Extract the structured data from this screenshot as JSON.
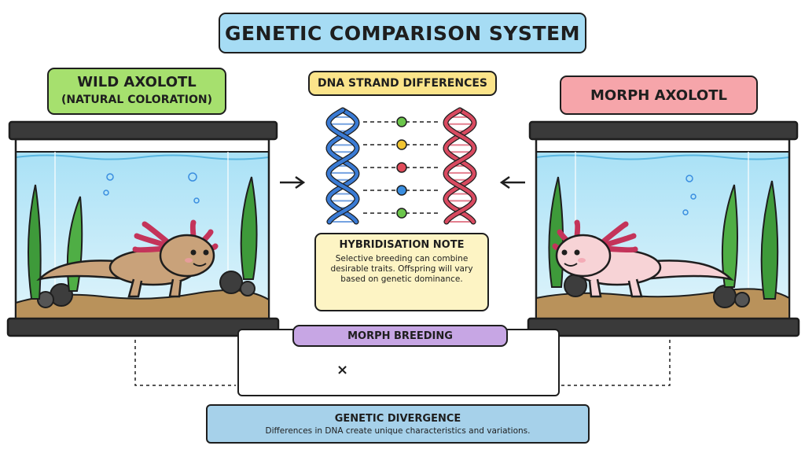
{
  "header": {
    "title": "GENETIC COMPARISON SYSTEM"
  },
  "wild": {
    "title": "WILD AXOLOTL",
    "subtitle": "(NATURAL COLORATION)"
  },
  "dna": {
    "title": "DNA STRAND DIFFERENCES"
  },
  "morph": {
    "title": "MORPH AXOLOTL"
  },
  "note": {
    "title": "HYBRIDISATION NOTE",
    "body": "Selective breeding can combine desirable traits. Offspring will vary based on genetic dominance."
  },
  "breeding": {
    "title": "MORPH BREEDING",
    "cross_symbol": "×"
  },
  "divergence": {
    "title": "GENETIC DIVERGENCE",
    "body": "Differences in DNA create unique characteristics and variations."
  },
  "colors": {
    "wild_axolotl": "#c9a27a",
    "morph_axolotl": "#f7d3d6",
    "gills": "#c4345a",
    "dna_left": "#3a7bd5",
    "dna_right": "#d94a60",
    "marker_colors": [
      "#6bc54b",
      "#f2c531",
      "#e04b5a",
      "#3a8ee0",
      "#6bc54b"
    ]
  }
}
